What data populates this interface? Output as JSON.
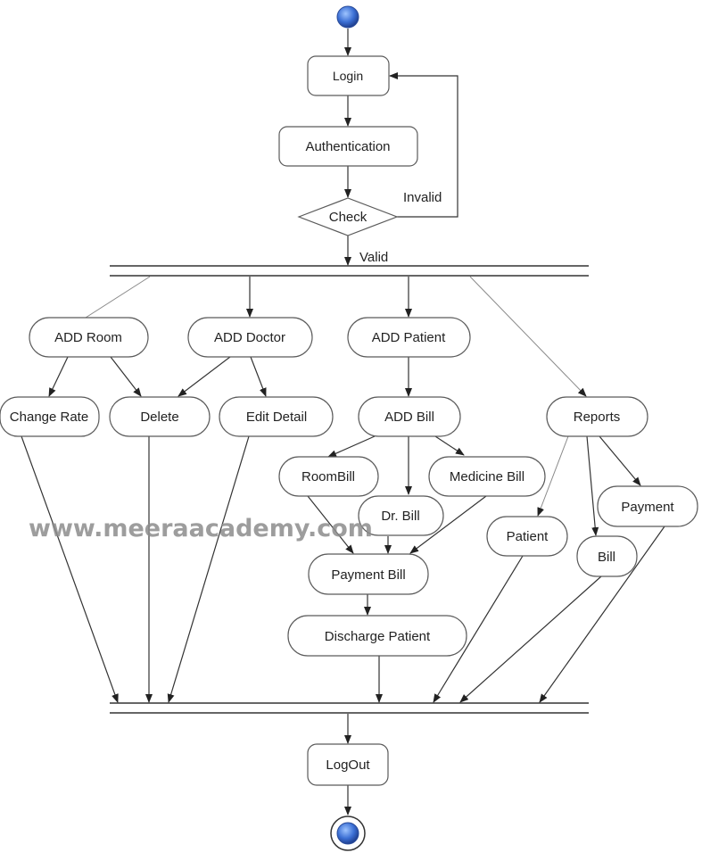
{
  "nodes": {
    "login": "Login",
    "authentication": "Authentication",
    "check": "Check",
    "add_room": "ADD Room",
    "add_doctor": "ADD Doctor",
    "add_patient": "ADD Patient",
    "change_rate": "Change Rate",
    "delete": "Delete",
    "edit_detail": "Edit Detail",
    "add_bill": "ADD Bill",
    "reports": "Reports",
    "room_bill": "RoomBill",
    "medicine_bill": "Medicine Bill",
    "dr_bill": "Dr. Bill",
    "payment_bill": "Payment Bill",
    "patient": "Patient",
    "payment": "Payment",
    "bill": "Bill",
    "discharge_patient": "Discharge Patient",
    "logout": "LogOut"
  },
  "labels": {
    "invalid": "Invalid",
    "valid": "Valid"
  },
  "watermark": "www.meeraacademy.com",
  "colors": {
    "start_node": "#3b6fd4",
    "line": "#333333",
    "border": "#5a5a5a"
  }
}
